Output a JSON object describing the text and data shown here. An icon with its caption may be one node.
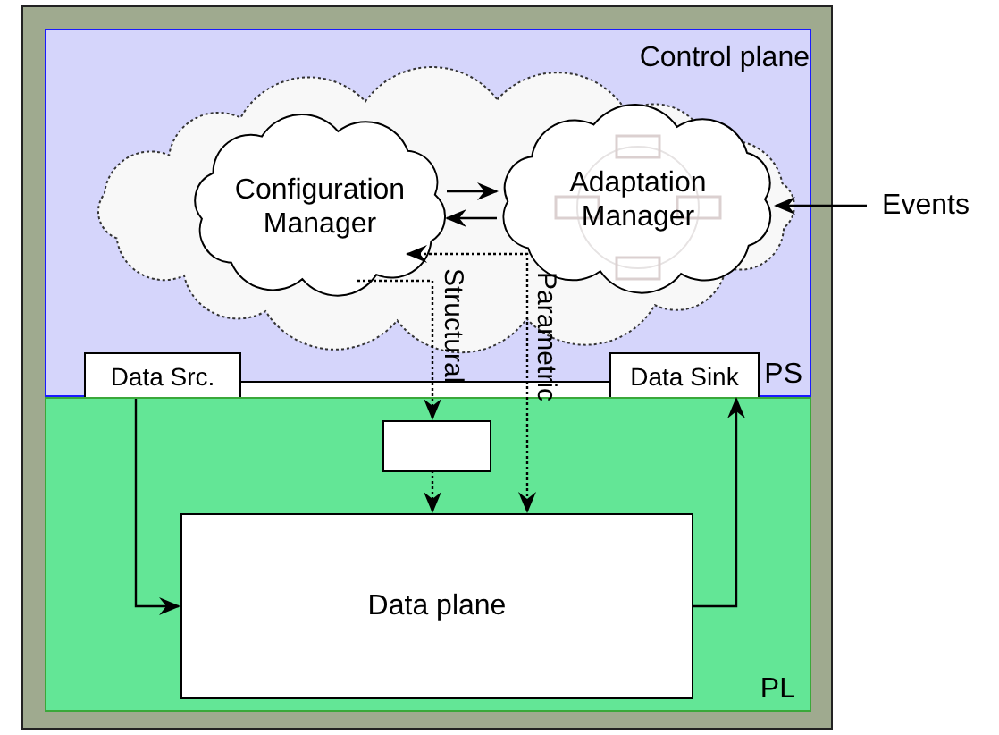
{
  "diagram": {
    "nodes": [
      {
        "text": [
          "PS"
        ]
      },
      {
        "text": [
          "Control plane"
        ],
        "in": 0
      },
      {
        "text": [
          "Configuration Manager"
        ],
        "in": 1
      },
      {
        "text": [
          "Adaptation Manager"
        ],
        "in": 1
      },
      {
        "text": [
          "Data Src."
        ],
        "in": 0
      },
      {
        "text": [
          "Data Sink"
        ],
        "in": 0
      },
      {
        "text": [
          "PL"
        ]
      },
      {
        "text": [],
        "shape": "box",
        "in": 6
      },
      {
        "text": [
          "Data plane"
        ],
        "in": 6
      },
      {
        "text": [
          "Events"
        ]
      }
    ],
    "edges": [
      {
        "from": 2,
        "to": 3,
        "arrow": "to"
      },
      {
        "from": 3,
        "to": 2,
        "arrow": "to"
      },
      {
        "from": 9,
        "to": 3,
        "arrow": "to"
      },
      {
        "from": 2,
        "to": 7,
        "arrow": "to",
        "label": "Structural",
        "style": "dashed"
      },
      {
        "from": 2,
        "to": 8,
        "arrow": "both",
        "label": "Parametric",
        "style": "dashed"
      },
      {
        "from": 7,
        "to": 8,
        "arrow": "to",
        "style": "dashed"
      },
      {
        "from": 4,
        "to": 8,
        "arrow": "to"
      },
      {
        "from": 8,
        "to": 5,
        "arrow": "to"
      }
    ]
  }
}
